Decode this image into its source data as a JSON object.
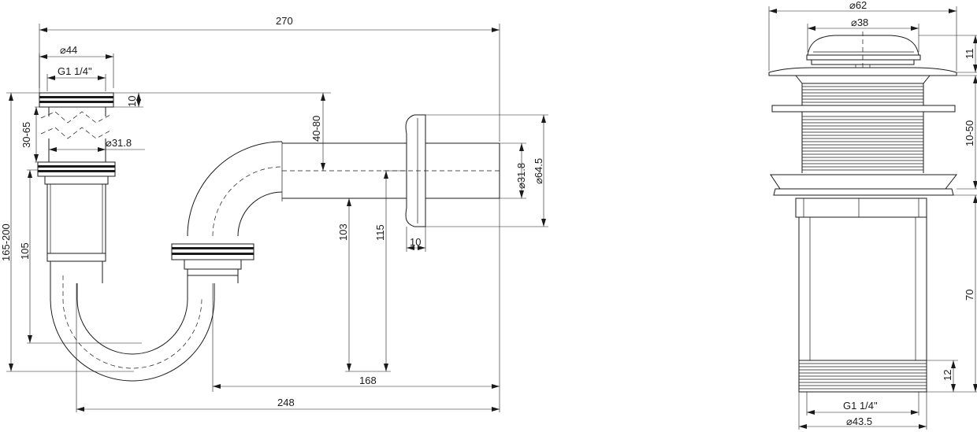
{
  "drawing": {
    "left_view": {
      "dims": {
        "overall_width": "270",
        "inlet_outer_dia": "⌀44",
        "inlet_thread": "G1 1/4\"",
        "top_nut_height": "10",
        "adjust_range_a": "30-65",
        "pipe_dia_vertical": "⌀31.8",
        "overall_height": "165-200",
        "riser_height": "105",
        "outlet_offset": "40-80",
        "outlet_height_a": "103",
        "outlet_height_b": "115",
        "flange_thickness": "10",
        "outlet_pipe_dia": "⌀31.8",
        "flange_dia": "⌀64.5",
        "trap_to_wall": "168",
        "overall_depth": "248"
      }
    },
    "right_view": {
      "dims": {
        "cap_outer_dia": "⌀62",
        "cap_inner_dia": "⌀38",
        "cap_height": "11",
        "clamp_range": "10-50",
        "body_length": "70",
        "thread_length": "12",
        "bottom_thread": "G1 1/4\"",
        "bottom_dia": "⌀43.5"
      }
    }
  }
}
